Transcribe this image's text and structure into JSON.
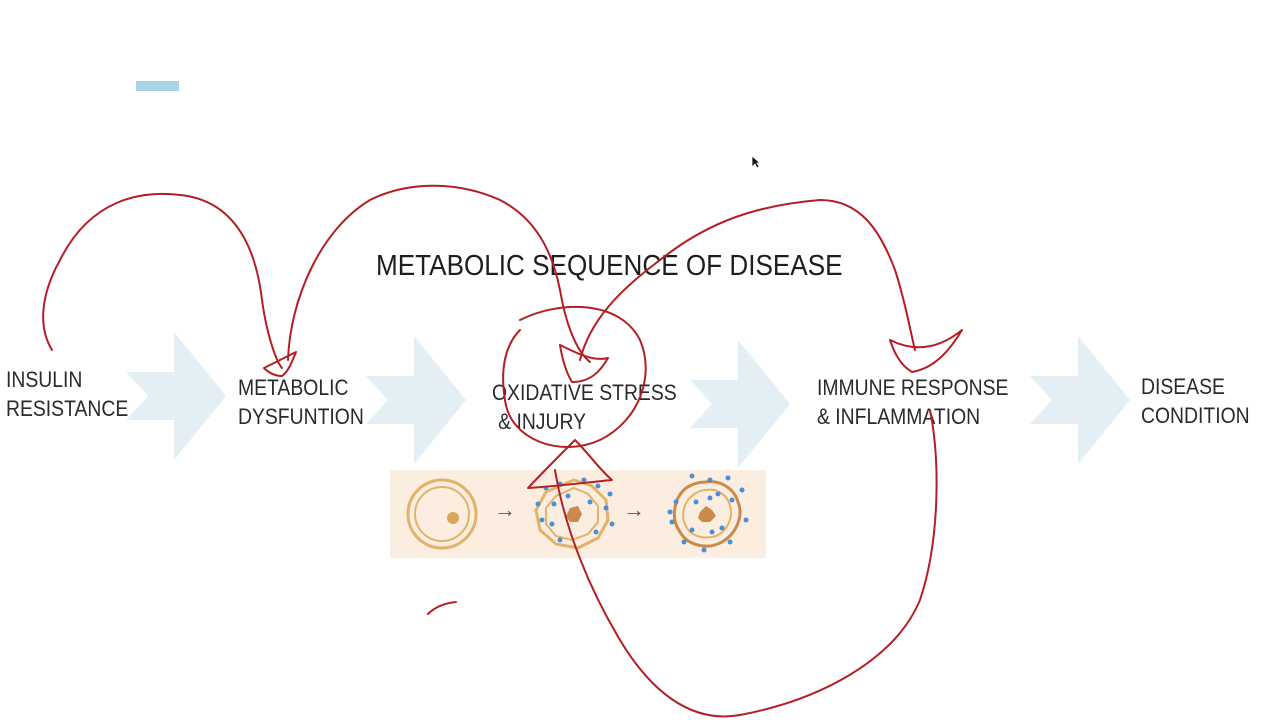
{
  "slide": {
    "title": "METABOLIC SEQUENCE OF DISEASE",
    "stages": [
      {
        "line1": "INSULIN",
        "line2": "RESISTANCE"
      },
      {
        "line1": "METABOLIC",
        "line2": "DYSFUNTION"
      },
      {
        "line1": "OXIDATIVE STRESS",
        "line2": "& INJURY"
      },
      {
        "line1": "IMMUNE RESPONSE",
        "line2": "& INFLAMMATION"
      },
      {
        "line1": "DISEASE",
        "line2": "CONDITION"
      }
    ],
    "cell_sequence": {
      "arrow_glyph": "→"
    }
  },
  "colors": {
    "flow_arrow": "#e3eef5",
    "annotation_ink": "#b41e24",
    "accent_bar": "#a9d3e6",
    "cell_panel": "#fbeee0",
    "cell_ring": "#e3b26a",
    "cell_nucleus": "#c98a4a",
    "radical_dot": "#4a90d9"
  }
}
